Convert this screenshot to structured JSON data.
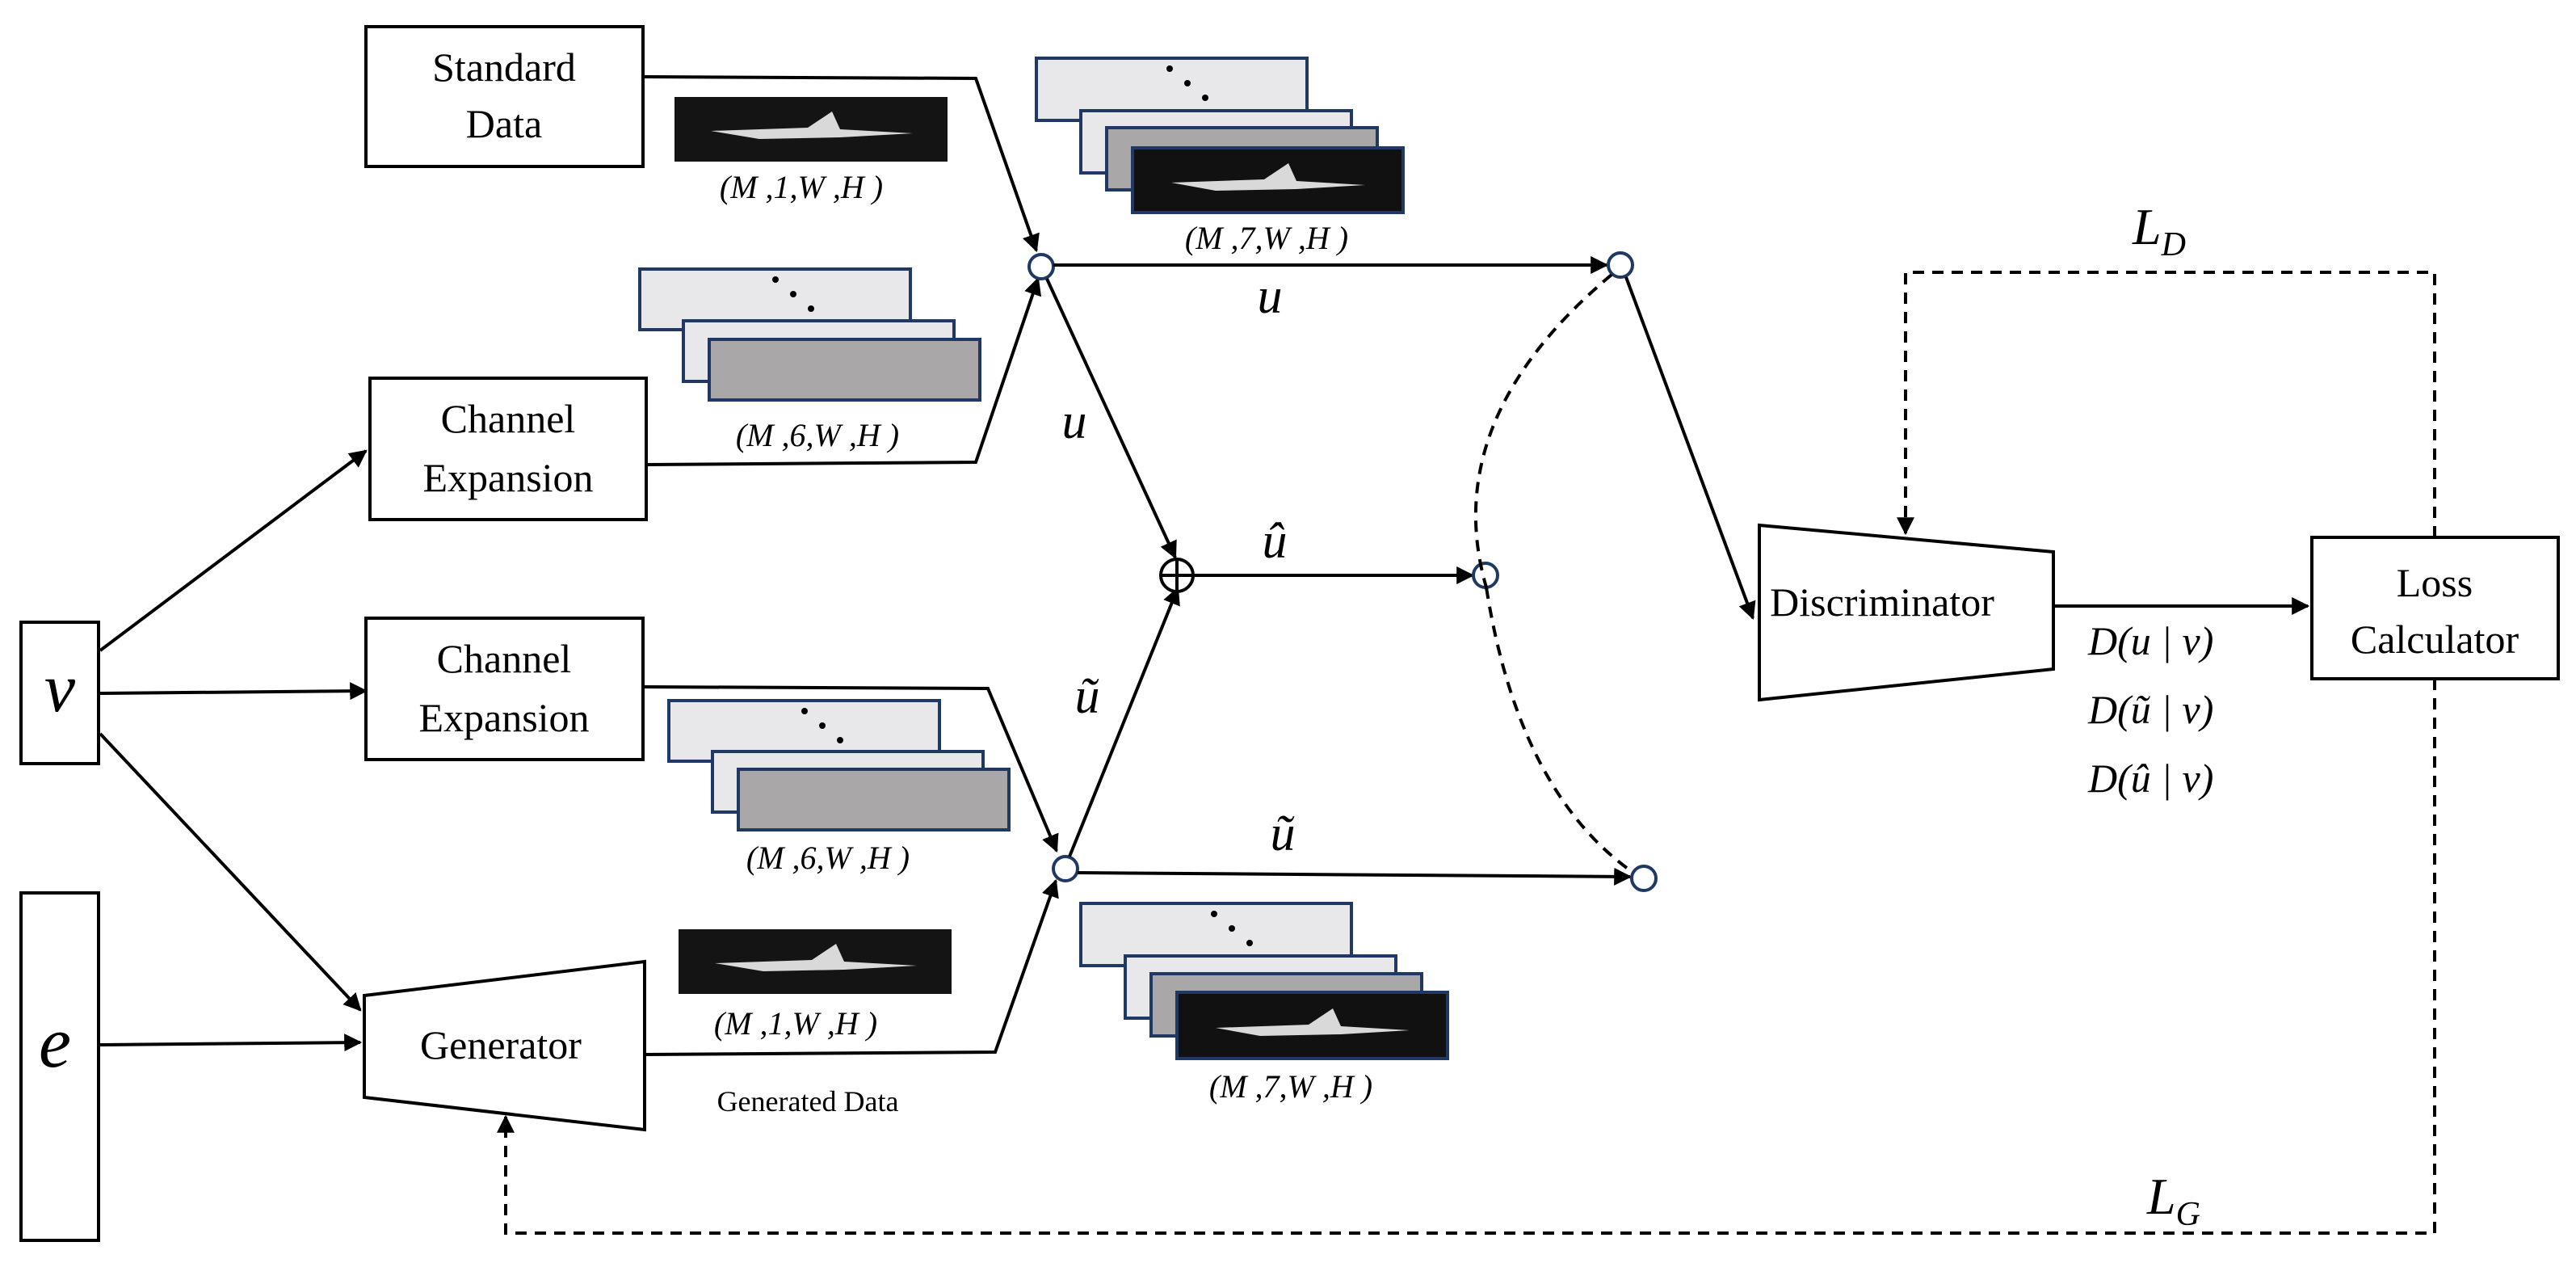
{
  "boxes": {
    "standard_data": [
      "Standard",
      "Data"
    ],
    "channel_expansion_1": [
      "Channel",
      "Expansion"
    ],
    "channel_expansion_2": [
      "Channel",
      "Expansion"
    ],
    "generator": "Generator",
    "discriminator": "Discriminator",
    "loss_calculator": [
      "Loss",
      "Calculator"
    ]
  },
  "inputs": {
    "v": "ν",
    "e": "e"
  },
  "dims": {
    "standard": "(M ,1,W ,H )",
    "expansion_1": "(M ,6,W ,H )",
    "combined_real": "(M ,7,W ,H )",
    "expansion_2": "(M ,6,W ,H )",
    "generated": "(M ,1,W ,H )",
    "combined_fake": "(M ,7,W ,H )"
  },
  "captions": {
    "generated_data": "Generated Data"
  },
  "symbols": {
    "u_top": "u",
    "u_diag": "u",
    "u_hat": "û",
    "u_tilde_diag": "ũ",
    "u_tilde_bottom": "ũ",
    "plus": "⊕"
  },
  "losses": {
    "LD_main": "L",
    "LD_sub": "D",
    "LG_main": "L",
    "LG_sub": "G"
  },
  "outputs": [
    "D(u | ν)",
    "D(ũ | ν)",
    "D(û | ν)"
  ]
}
